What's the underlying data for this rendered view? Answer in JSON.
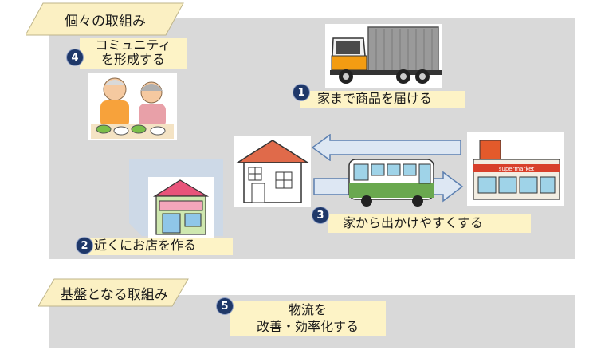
{
  "sections": {
    "individual": {
      "title": "個々の取組み"
    },
    "foundation": {
      "title": "基盤となる取組み"
    }
  },
  "items": [
    {
      "number": "1",
      "label": "家まで商品を届ける"
    },
    {
      "number": "2",
      "label": "近くにお店を作る"
    },
    {
      "number": "3",
      "label": "家から出かけやすくする"
    },
    {
      "number": "4",
      "label_line1": "コミュニティ",
      "label_line2": "を形成する"
    },
    {
      "number": "5",
      "label_line1": "物流を",
      "label_line2": "改善・効率化する"
    }
  ],
  "illustrations": {
    "truck": "delivery-truck-icon",
    "house": "house-icon",
    "bus": "bus-icon",
    "supermarket": "supermarket-icon",
    "small_shop": "small-shop-icon",
    "elderly": "elderly-couple-dining-icon",
    "supermarket_sign": "supermarket"
  },
  "colors": {
    "panel": "#d9d9d9",
    "header_fill": "#fbf0c3",
    "badge": "#1f3869",
    "arrow_fill": "#dde7f3",
    "arrow_stroke": "#5b7fb0",
    "roof": "#e06a4a",
    "bus_green": "#6aa84f"
  }
}
